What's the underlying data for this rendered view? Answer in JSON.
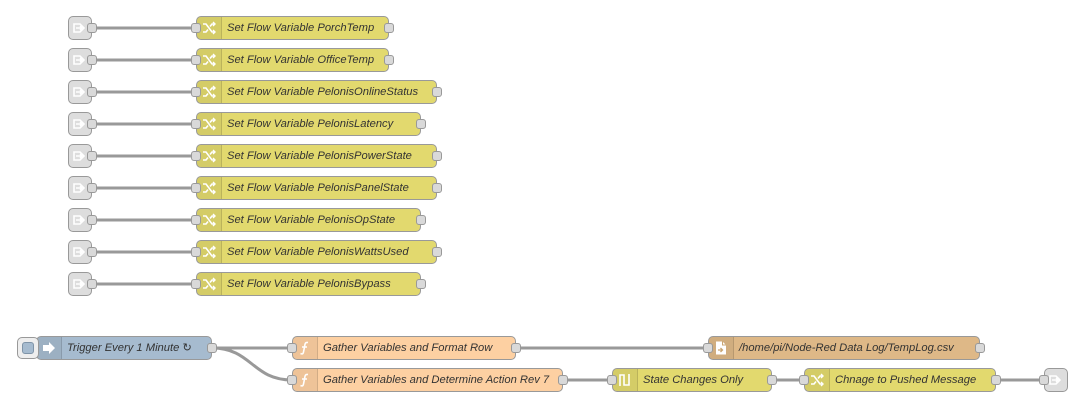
{
  "flow": {
    "change_nodes": [
      {
        "label": "Set Flow Variable PorchTemp"
      },
      {
        "label": "Set Flow Variable OfficeTemp"
      },
      {
        "label": "Set Flow Variable PelonisOnlineStatus"
      },
      {
        "label": "Set Flow Variable PelonisLatency"
      },
      {
        "label": "Set Flow Variable PelonisPowerState"
      },
      {
        "label": "Set Flow Variable PelonisPanelState"
      },
      {
        "label": "Set Flow Variable PelonisOpState"
      },
      {
        "label": "Set Flow Variable PelonisWattsUsed"
      },
      {
        "label": "Set Flow Variable PelonisBypass"
      }
    ],
    "inject": {
      "label": "Trigger Every 1 Minute ↻"
    },
    "function_format": {
      "label": "Gather Variables and Format Row"
    },
    "function_action": {
      "label": "Gather Variables and Determine Action Rev 7"
    },
    "file": {
      "label": "/home/pi/Node-Red Data Log/TempLog.csv"
    },
    "rbe": {
      "label": "State Changes Only"
    },
    "change_pushed": {
      "label": "Chnage to Pushed Message"
    }
  },
  "icons": {
    "link_in": "link-in-icon",
    "change": "shuffle-icon",
    "inject": "arrow-in-icon",
    "function": "function-icon",
    "file": "file-icon",
    "rbe": "rbe-icon",
    "link_out": "link-out-icon"
  },
  "colors": {
    "change": "#e2d96e",
    "function": "#fdd0a2",
    "file": "#deb887",
    "inject": "#a6bbcf",
    "link": "#dddddd",
    "wire": "#999999"
  }
}
